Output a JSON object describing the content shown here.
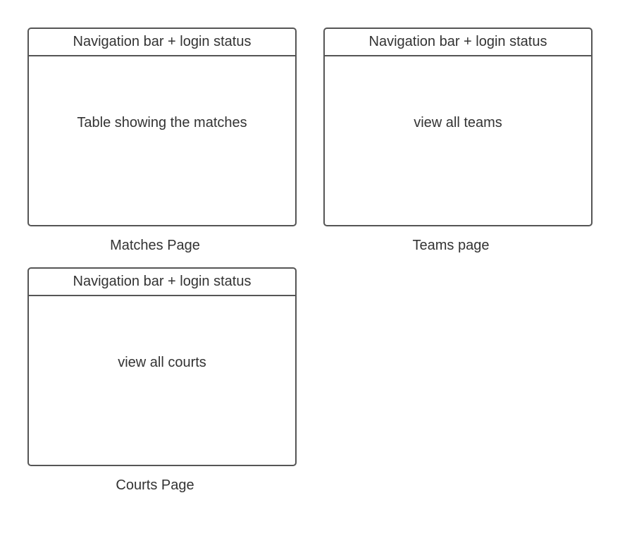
{
  "wireframes": [
    {
      "nav_label": "Navigation bar + login status",
      "content_label": "Table showing the matches",
      "caption": "Matches Page"
    },
    {
      "nav_label": "Navigation bar + login status",
      "content_label": "view all teams",
      "caption": "Teams page"
    },
    {
      "nav_label": "Navigation bar + login status",
      "content_label": "view all courts",
      "caption": "Courts Page"
    }
  ],
  "colors": {
    "border": "#555555",
    "text": "#333333",
    "background": "#ffffff"
  }
}
